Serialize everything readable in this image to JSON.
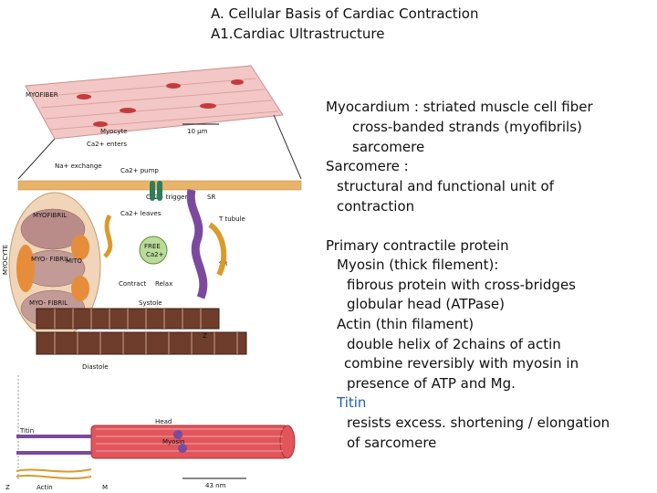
{
  "header": {
    "title": "A. Cellular Basis of Cardiac Contraction",
    "subtitle": "A1.Cardiac Ultrastructure"
  },
  "figure": {
    "labels": {
      "myofiber": "MYOFIBER",
      "myocyte": "Myocyte",
      "scale": "10 μm",
      "na_exchange": "Na+ exchange",
      "ca_pump": "Ca2+ pump",
      "ca_enters": "Ca2+ enters",
      "ca_trigger": "Ca2+ trigger",
      "sr_top": "SR",
      "ca_leaves": "Ca2+ leaves",
      "ttubule": "T tubule",
      "myofibril": "MYOFIBRIL",
      "myocyte_side": "MYOCYTE",
      "myo_fibril_1": "MYO- FIBRIL",
      "mito": "MITO",
      "free_ca_1": "FREE",
      "free_ca_2": "Ca2+",
      "sr_right": "SR",
      "contract": "Contract",
      "relax": "Relax",
      "systole": "Systole",
      "myo_fibril_2": "MYO- FIBRIL",
      "z_label": "Z",
      "diastole": "Diastole",
      "head": "Head",
      "titin": "Titin",
      "myosin": "Myosin",
      "z_bottom": "Z",
      "actin": "Actin",
      "m_label": "M",
      "nm": "43 nm"
    }
  },
  "content": {
    "lines": [
      {
        "text": "Myocardium : striated muscle cell fiber",
        "color": "#111111"
      },
      {
        "text": "cross-banded strands (myofibrils)",
        "color": "#111111"
      },
      {
        "text": "sarcomere",
        "color": "#111111"
      },
      {
        "text": "Sarcomere :",
        "color": "#111111"
      },
      {
        "text": "structural and functional unit of",
        "color": "#111111"
      },
      {
        "text": "contraction",
        "color": "#111111"
      },
      {
        "text": "Primary contractile protein",
        "color": "#111111"
      },
      {
        "text": "Myosin",
        "suffix": " (thick filement):",
        "color": "#111111"
      },
      {
        "text": "fibrous protein with cross-bridges",
        "color": "#111111"
      },
      {
        "text": "globular head (ATPase)",
        "color": "#111111"
      },
      {
        "text": "Actin",
        "suffix": " (thin filament)",
        "color": "#111111"
      },
      {
        "text": "double helix of 2chains of actin",
        "color": "#111111"
      },
      {
        "text": "combine reversibly with myosin in",
        "color": "#111111"
      },
      {
        "text": "presence of ATP and Mg.",
        "color": "#111111"
      },
      {
        "text": "Titin",
        "color": "#1f5fb0"
      },
      {
        "text": "resists excess. shortening / elongation",
        "color": "#111111"
      },
      {
        "text": "of sarcomere",
        "color": "#111111"
      }
    ]
  }
}
